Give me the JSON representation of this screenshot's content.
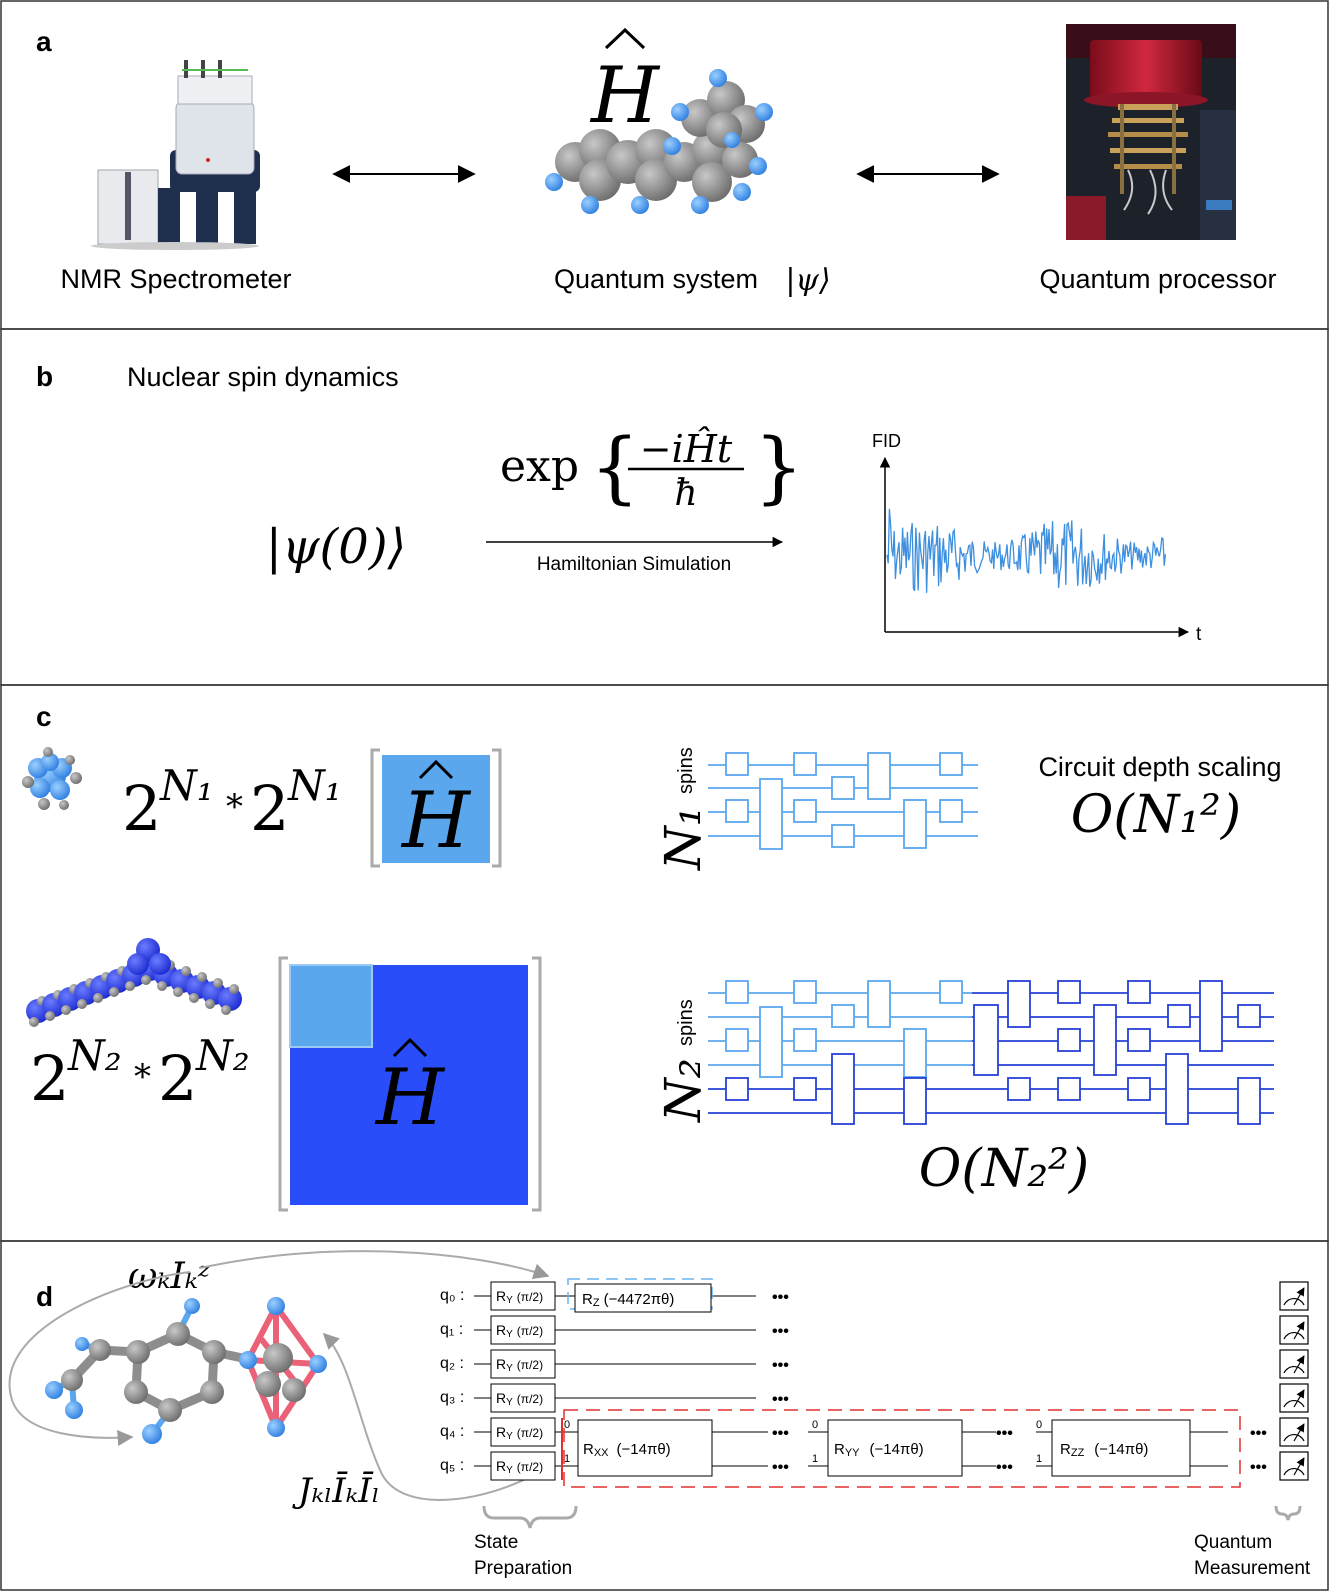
{
  "panels": {
    "a": {
      "label": "a",
      "nmr_caption": "NMR Spectrometer",
      "system_caption": "Quantum system",
      "system_ket": "|ψ⟩",
      "hamiltonian": "H",
      "processor_caption": "Quantum processor"
    },
    "b": {
      "label": "b",
      "title": "Nuclear spin dynamics",
      "initial_state": "|ψ(0)⟩",
      "exp_word": "exp",
      "numerator": "−iĤt",
      "denominator": "ħ",
      "arrow_caption": "Hamiltonian Simulation",
      "fid_axis_y": "FID",
      "fid_axis_x": "t"
    },
    "c": {
      "label": "c",
      "dim_small": {
        "base": "2",
        "exp": "N₁",
        "op": "*"
      },
      "dim_large": {
        "base": "2",
        "exp": "N₂",
        "op": "*"
      },
      "matrix_label": "H",
      "n1_label": "N₁",
      "n2_label": "N₂",
      "spins_word": "spins",
      "scaling_title": "Circuit depth scaling",
      "scaling_small": "O(N₁²)",
      "scaling_large": "O(N₂²)"
    },
    "d": {
      "label": "d",
      "zeeman_term": "ωₖIₖᶻ",
      "coupling_term": "JₖₗĪₖĪₗ",
      "qubits": [
        "q₀ :",
        "q₁ :",
        "q₂ :",
        "q₃ :",
        "q₄ :",
        "q₅ :"
      ],
      "prep_gate": "R",
      "prep_sub": "Y",
      "prep_angle": "(π/2)",
      "rz_gate": "R",
      "rz_sub": "Z",
      "rz_angle": "(−4472πθ)",
      "rxx_gate": "R",
      "rxx_sub": "XX",
      "ryy_gate": "R",
      "ryy_sub": "YY",
      "rzz_gate": "R",
      "rzz_sub": "ZZ",
      "coupling_angle": "(−14πθ)",
      "port_0": "0",
      "port_1": "1",
      "ellipsis": "•••",
      "state_prep_1": "State",
      "state_prep_2": "Preparation",
      "measure_1": "Quantum",
      "measure_2": "Measurement"
    }
  },
  "colors": {
    "light_blue": "#5aa7ee",
    "mid_blue": "#3d86e6",
    "dark_blue": "#2a4dfa",
    "deep_blue": "#2740d6",
    "gray_atom": "#888888",
    "red": "#e03030",
    "border": "#333333"
  }
}
